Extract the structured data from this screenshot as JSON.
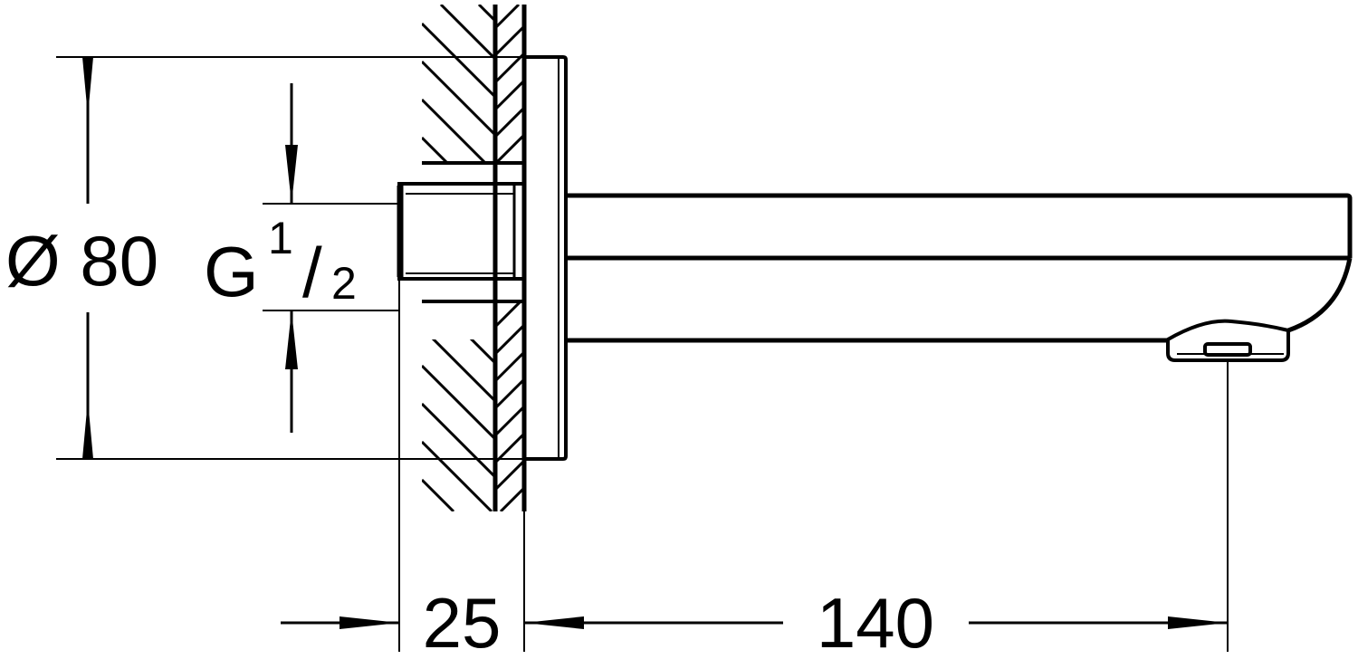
{
  "title": "Wall-mounted bath spout dimension drawing",
  "dimensions": {
    "diameter_label": "Ø 80",
    "thread_label": "G",
    "thread_fraction_num": "1",
    "thread_fraction_slash": "/",
    "thread_fraction_den": "2",
    "depth_label": "25",
    "projection_label": "140"
  },
  "colors": {
    "line": "#000000",
    "background": "#ffffff"
  }
}
